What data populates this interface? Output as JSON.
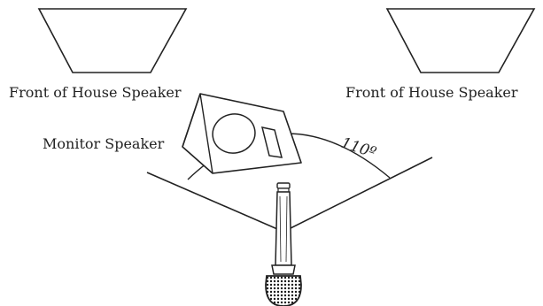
{
  "labels": {
    "foh_left": "Front of House Speaker",
    "foh_right": "Front of House Speaker",
    "monitor": "Monitor Speaker",
    "angle": "110º"
  },
  "colors": {
    "line": "#222222",
    "background": "#ffffff",
    "mic_body": "#ffffff",
    "mic_grille": "#1a1a1a"
  },
  "icons": {
    "foh_left": "speaker-trapezoid-icon",
    "foh_right": "speaker-trapezoid-icon",
    "monitor": "wedge-monitor-icon",
    "mic": "microphone-icon"
  }
}
